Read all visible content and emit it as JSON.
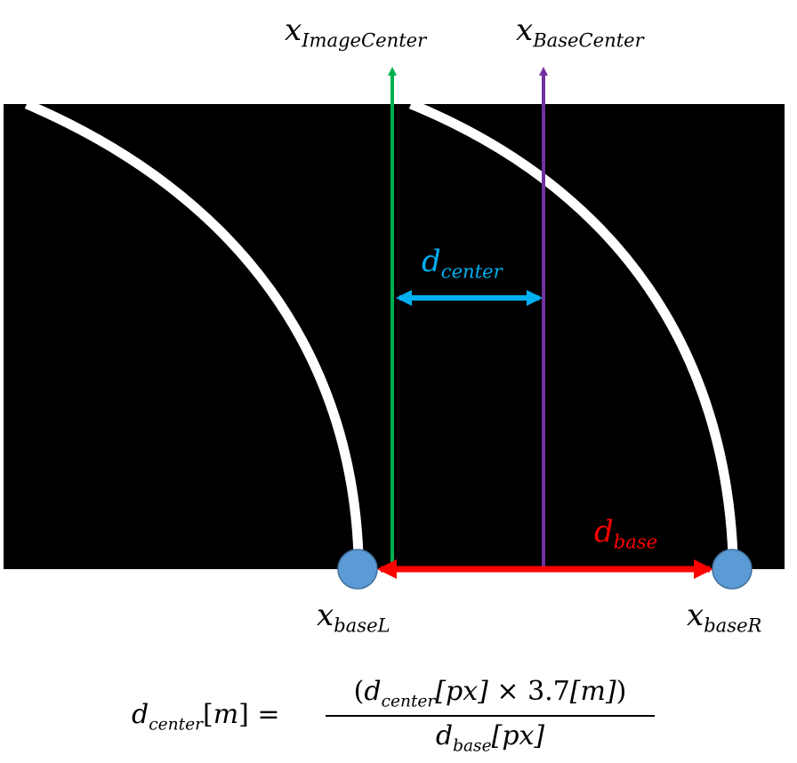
{
  "labels": {
    "x_image_center": {
      "base": "x",
      "sub": "ImageCenter"
    },
    "x_base_center": {
      "base": "x",
      "sub": "BaseCenter"
    },
    "d_center": {
      "base": "d",
      "sub": "center"
    },
    "d_base": {
      "base": "d",
      "sub": "base"
    },
    "x_base_l": {
      "base": "x",
      "sub": "baseL"
    },
    "x_base_r": {
      "base": "x",
      "sub": "baseR"
    }
  },
  "formula": {
    "lhs_var": "d",
    "lhs_sub": "center",
    "lhs_unit_open": "[",
    "lhs_unit": "m",
    "lhs_unit_close": "] =",
    "num_open": "(",
    "num_var": "d",
    "num_sub": "center",
    "num_unit": "[px]",
    "num_times": " × 3.7",
    "num_m_unit": "[m]",
    "num_close": ")",
    "den_var": "d",
    "den_sub": "base",
    "den_unit": "[px]"
  },
  "colors": {
    "image_center_line": "#00B050",
    "base_center_line": "#7030A0",
    "d_center_arrow": "#00B0F0",
    "d_base_arrow": "#FF0000",
    "base_point": "#5B9BD5",
    "lane_line": "#FFFFFF",
    "background": "#000000"
  }
}
